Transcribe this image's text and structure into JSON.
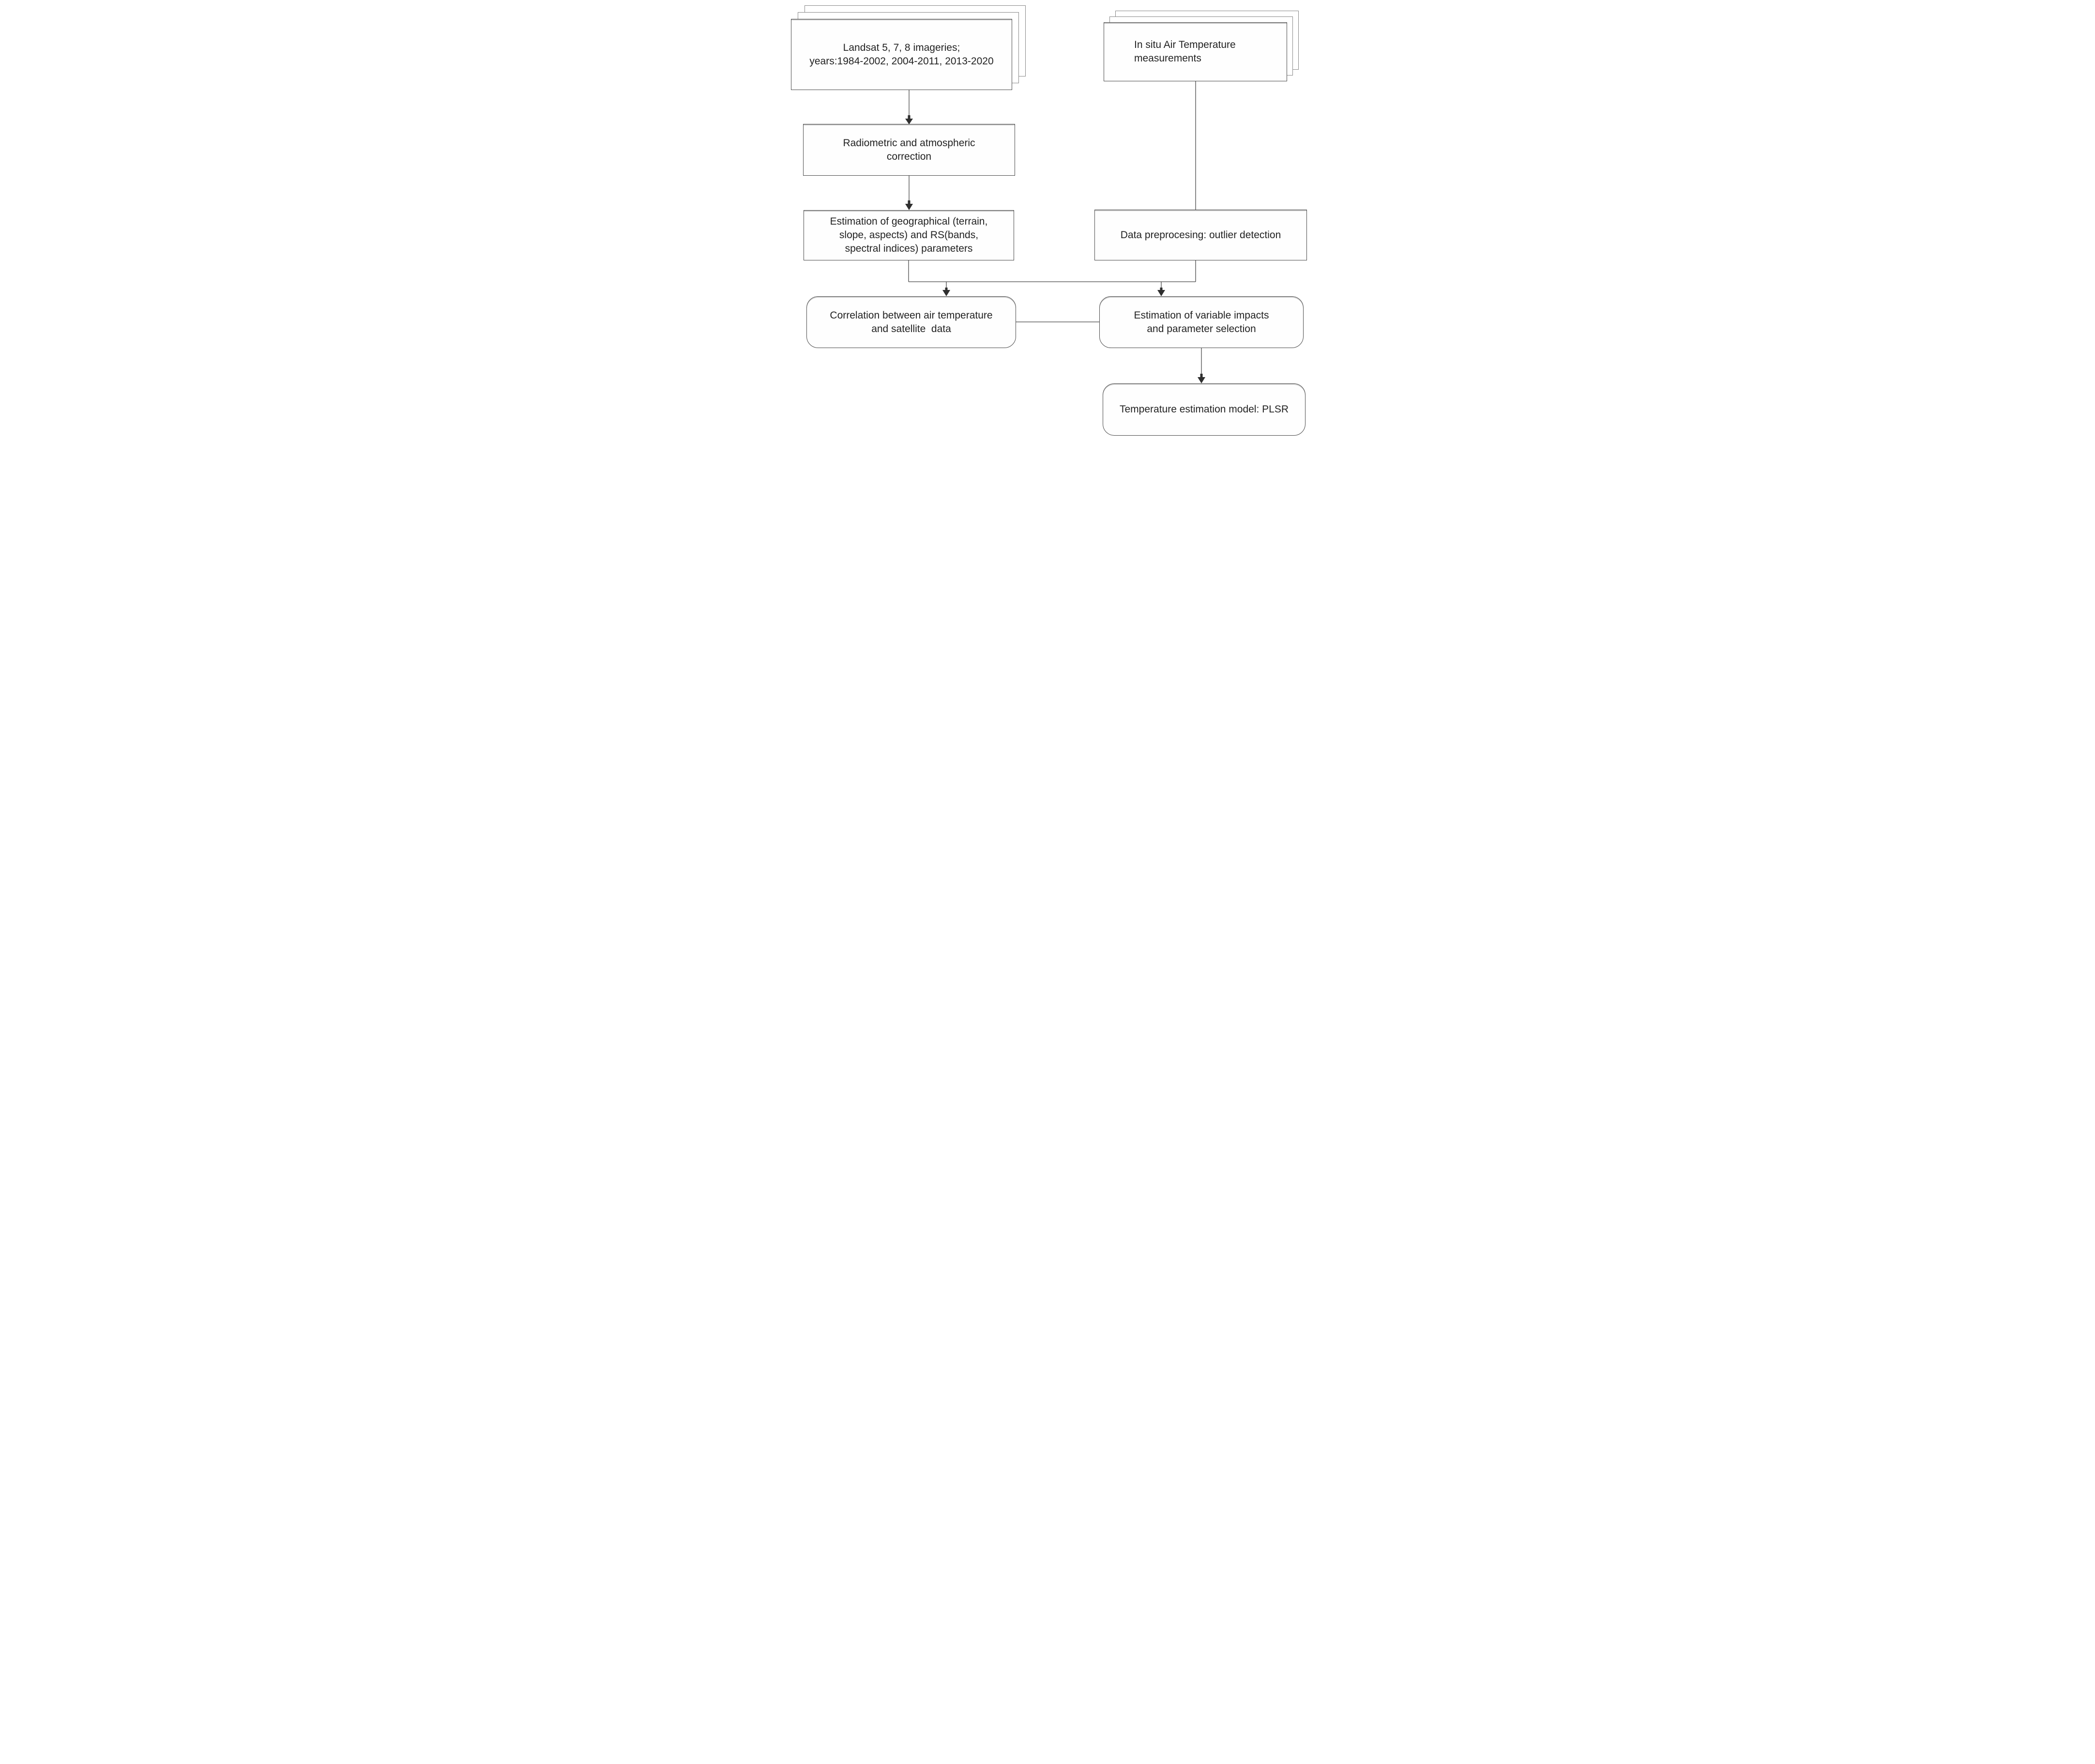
{
  "figure": {
    "type": "flowchart",
    "background_color": "#ffffff",
    "box_fill_color": "#fefefe",
    "box_border_color": "#4c4c4c",
    "stack_border_color": "#8a8a8a",
    "connector_color": "#4a4a4a",
    "arrowhead_color": "#2f2f2f",
    "text_color": "#222222"
  },
  "nodes": {
    "landsat": {
      "label": "Landsat 5, 7, 8 imageries;\nyears:1984-2002, 2004-2011, 2013-2020",
      "shape": "stacked-rectangle"
    },
    "insitu": {
      "label": "In situ Air Temperature\nmeasurements",
      "shape": "stacked-rectangle"
    },
    "radiometric": {
      "label": "Radiometric and atmospheric\ncorrection",
      "shape": "rectangle"
    },
    "estgeo": {
      "label": "Estimation of geographical (terrain,\nslope, aspects) and RS(bands,\nspectral indices) parameters",
      "shape": "rectangle"
    },
    "dataprep": {
      "label": "Data preprocesing: outlier detection",
      "shape": "rectangle"
    },
    "correlation": {
      "label": "Correlation between air temperature\nand satellite  data",
      "shape": "rounded-rectangle"
    },
    "varimpacts": {
      "label": "Estimation of variable impacts\nand parameter selection",
      "shape": "rounded-rectangle"
    },
    "plsr": {
      "label": "Temperature estimation model: PLSR",
      "shape": "rounded-rectangle"
    }
  },
  "edges": [
    {
      "from": "landsat",
      "to": "radiometric",
      "arrowhead": true
    },
    {
      "from": "radiometric",
      "to": "estgeo",
      "arrowhead": true
    },
    {
      "from": "insitu",
      "to": "dataprep",
      "arrowhead": false
    },
    {
      "from": "estgeo",
      "to": "junction",
      "arrowhead": false
    },
    {
      "from": "dataprep",
      "to": "junction",
      "arrowhead": false
    },
    {
      "from": "junction",
      "to": "correlation",
      "arrowhead": true
    },
    {
      "from": "junction",
      "to": "varimpacts",
      "arrowhead": true
    },
    {
      "from": "correlation",
      "to": "varimpacts",
      "arrowhead": false
    },
    {
      "from": "varimpacts",
      "to": "plsr",
      "arrowhead": true
    }
  ]
}
